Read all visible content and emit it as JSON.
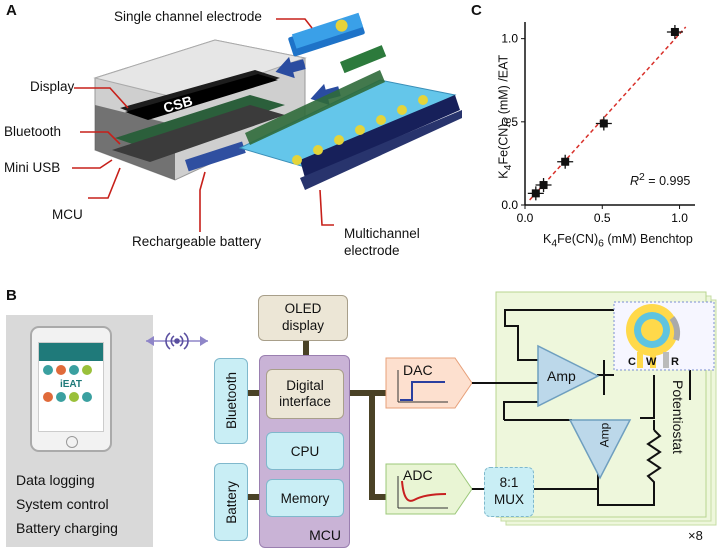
{
  "panels": {
    "a": "A",
    "b": "B",
    "c": "C"
  },
  "panel_a": {
    "callouts": {
      "single_channel": "Single channel electrode",
      "display": "Display",
      "bluetooth": "Bluetooth",
      "mini_usb": "Mini USB",
      "mcu": "MCU",
      "battery": "Rechargeable battery",
      "multichannel_1": "Multichannel",
      "multichannel_2": "electrode"
    },
    "screen_text": "CSB"
  },
  "chart_data": {
    "type": "scatter",
    "x": [
      0.07,
      0.12,
      0.26,
      0.51,
      0.97
    ],
    "y": [
      0.07,
      0.12,
      0.26,
      0.49,
      1.04
    ],
    "xlim": [
      0,
      1.1
    ],
    "ylim": [
      0,
      1.1
    ],
    "xticks": [
      "0.0",
      "0.5",
      "1.0"
    ],
    "yticks": [
      "0.0",
      "0.5",
      "1.0"
    ],
    "xlabel": "K4Fe(CN)6 (mM) Benchtop",
    "ylabel": "K4Fe(CN)6 (mM) iEAT",
    "annotation": "R2 = 0.995",
    "fit_line": true,
    "fit_color": "#d8302a"
  },
  "panel_b": {
    "phone": {
      "captions": [
        "Data logging",
        "System control",
        "Battery charging"
      ],
      "app_name": "iEAT"
    },
    "blocks": {
      "oled_1": "OLED",
      "oled_2": "display",
      "bluetooth": "Bluetooth",
      "battery": "Battery",
      "digital_1": "Digital",
      "digital_2": "interface",
      "cpu": "CPU",
      "memory": "Memory",
      "mcu": "MCU",
      "dac": "DAC",
      "adc": "ADC",
      "mux_1": "8:1",
      "mux_2": "MUX",
      "amp1": "Amp",
      "amp2": "Amp",
      "electrodes": [
        "C",
        "W",
        "R"
      ],
      "potentiostat": "Potentiostat",
      "times8": "×8"
    },
    "colors": {
      "purple": "#c9b3d6",
      "cyan": "#c9eef5",
      "tan": "#ece6d6",
      "dac": "#fde0cf",
      "adc": "#e9f5d4",
      "pot": "#eef7dc",
      "wire": "#4a4226"
    }
  }
}
